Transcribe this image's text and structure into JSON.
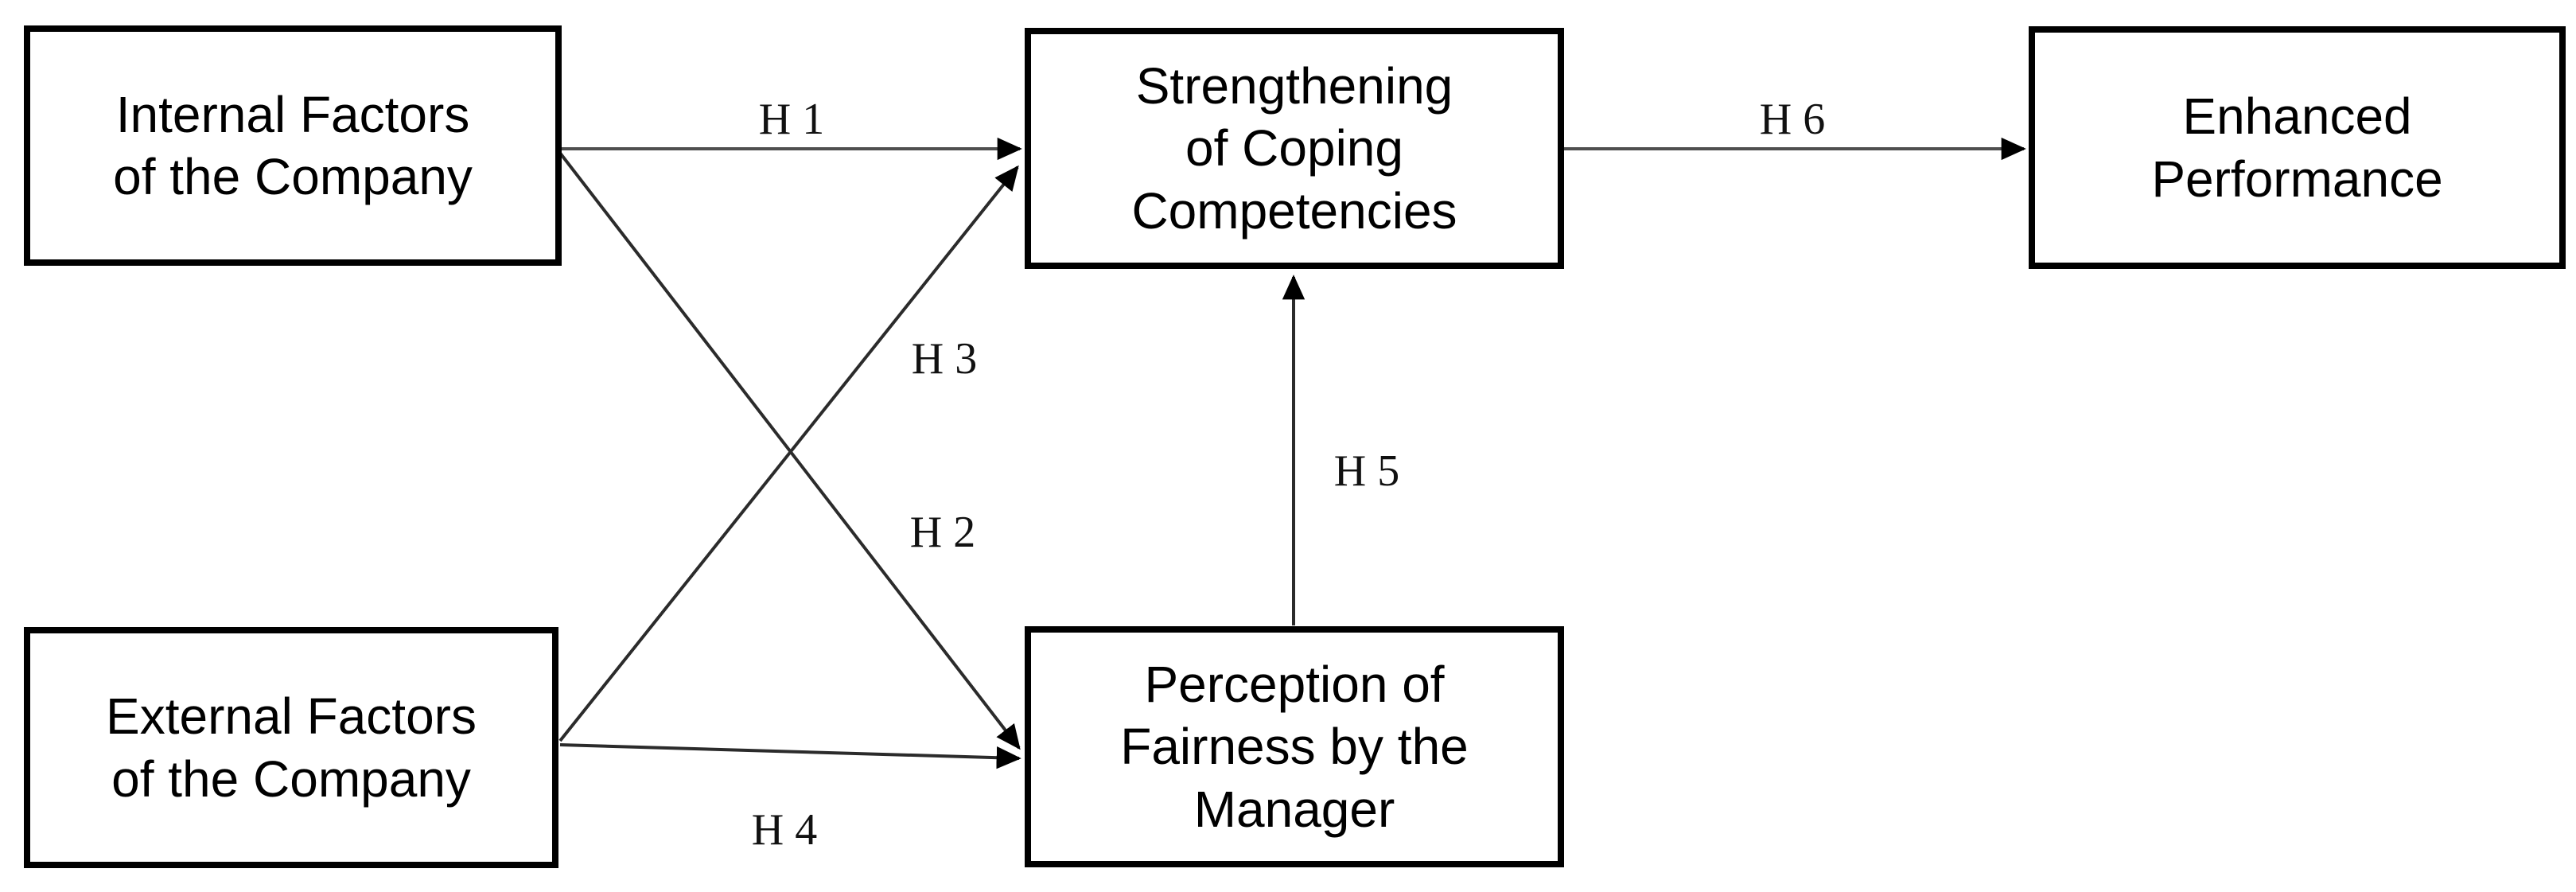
{
  "diagram": {
    "background_color": "#ffffff",
    "box_border_color": "#000000",
    "arrow_color": "#2b2b2b",
    "nodes": [
      {
        "id": "internal-factors",
        "label": "Internal Factors\nof the Company"
      },
      {
        "id": "external-factors",
        "label": "External Factors\nof the Company"
      },
      {
        "id": "coping-competencies",
        "label": "Strengthening\nof Coping\nCompetencies"
      },
      {
        "id": "fairness-perception",
        "label": "Perception of\nFairness by the\nManager"
      },
      {
        "id": "enhanced-performance",
        "label": "Enhanced\nPerformance"
      }
    ],
    "edges": [
      {
        "id": "h1",
        "label": "H 1",
        "from": "internal-factors",
        "to": "coping-competencies"
      },
      {
        "id": "h2",
        "label": "H 2",
        "from": "internal-factors",
        "to": "fairness-perception"
      },
      {
        "id": "h3",
        "label": "H 3",
        "from": "external-factors",
        "to": "coping-competencies"
      },
      {
        "id": "h4",
        "label": "H 4",
        "from": "external-factors",
        "to": "fairness-perception"
      },
      {
        "id": "h5",
        "label": "H 5",
        "from": "fairness-perception",
        "to": "coping-competencies"
      },
      {
        "id": "h6",
        "label": "H 6",
        "from": "coping-competencies",
        "to": "enhanced-performance"
      }
    ]
  }
}
